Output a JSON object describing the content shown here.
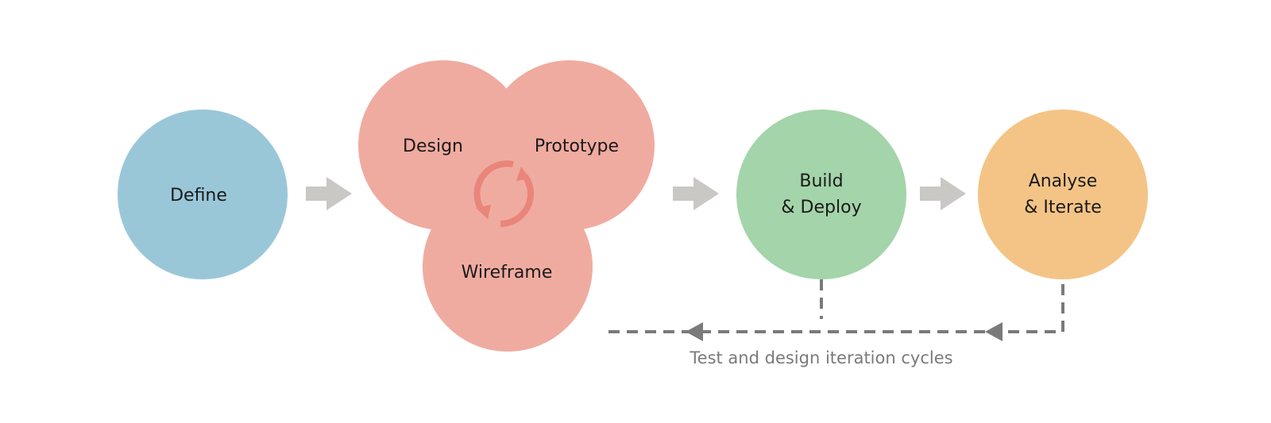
{
  "stages": {
    "define": {
      "label": "Define",
      "color": "#9AC7D8"
    },
    "cluster": {
      "color": "#F0ABA0",
      "cycle_color": "#E9857A",
      "design": "Design",
      "prototype": "Prototype",
      "wireframe": "Wireframe"
    },
    "build": {
      "line1": "Build",
      "line2": "& Deploy",
      "color": "#A4D4A9"
    },
    "analyse": {
      "line1": "Analyse",
      "line2": "& Iterate",
      "color": "#F4C486"
    }
  },
  "arrow_color": "#C9C8C4",
  "feedback": {
    "caption": "Test and design iteration cycles",
    "color": "#7A7A7A"
  }
}
